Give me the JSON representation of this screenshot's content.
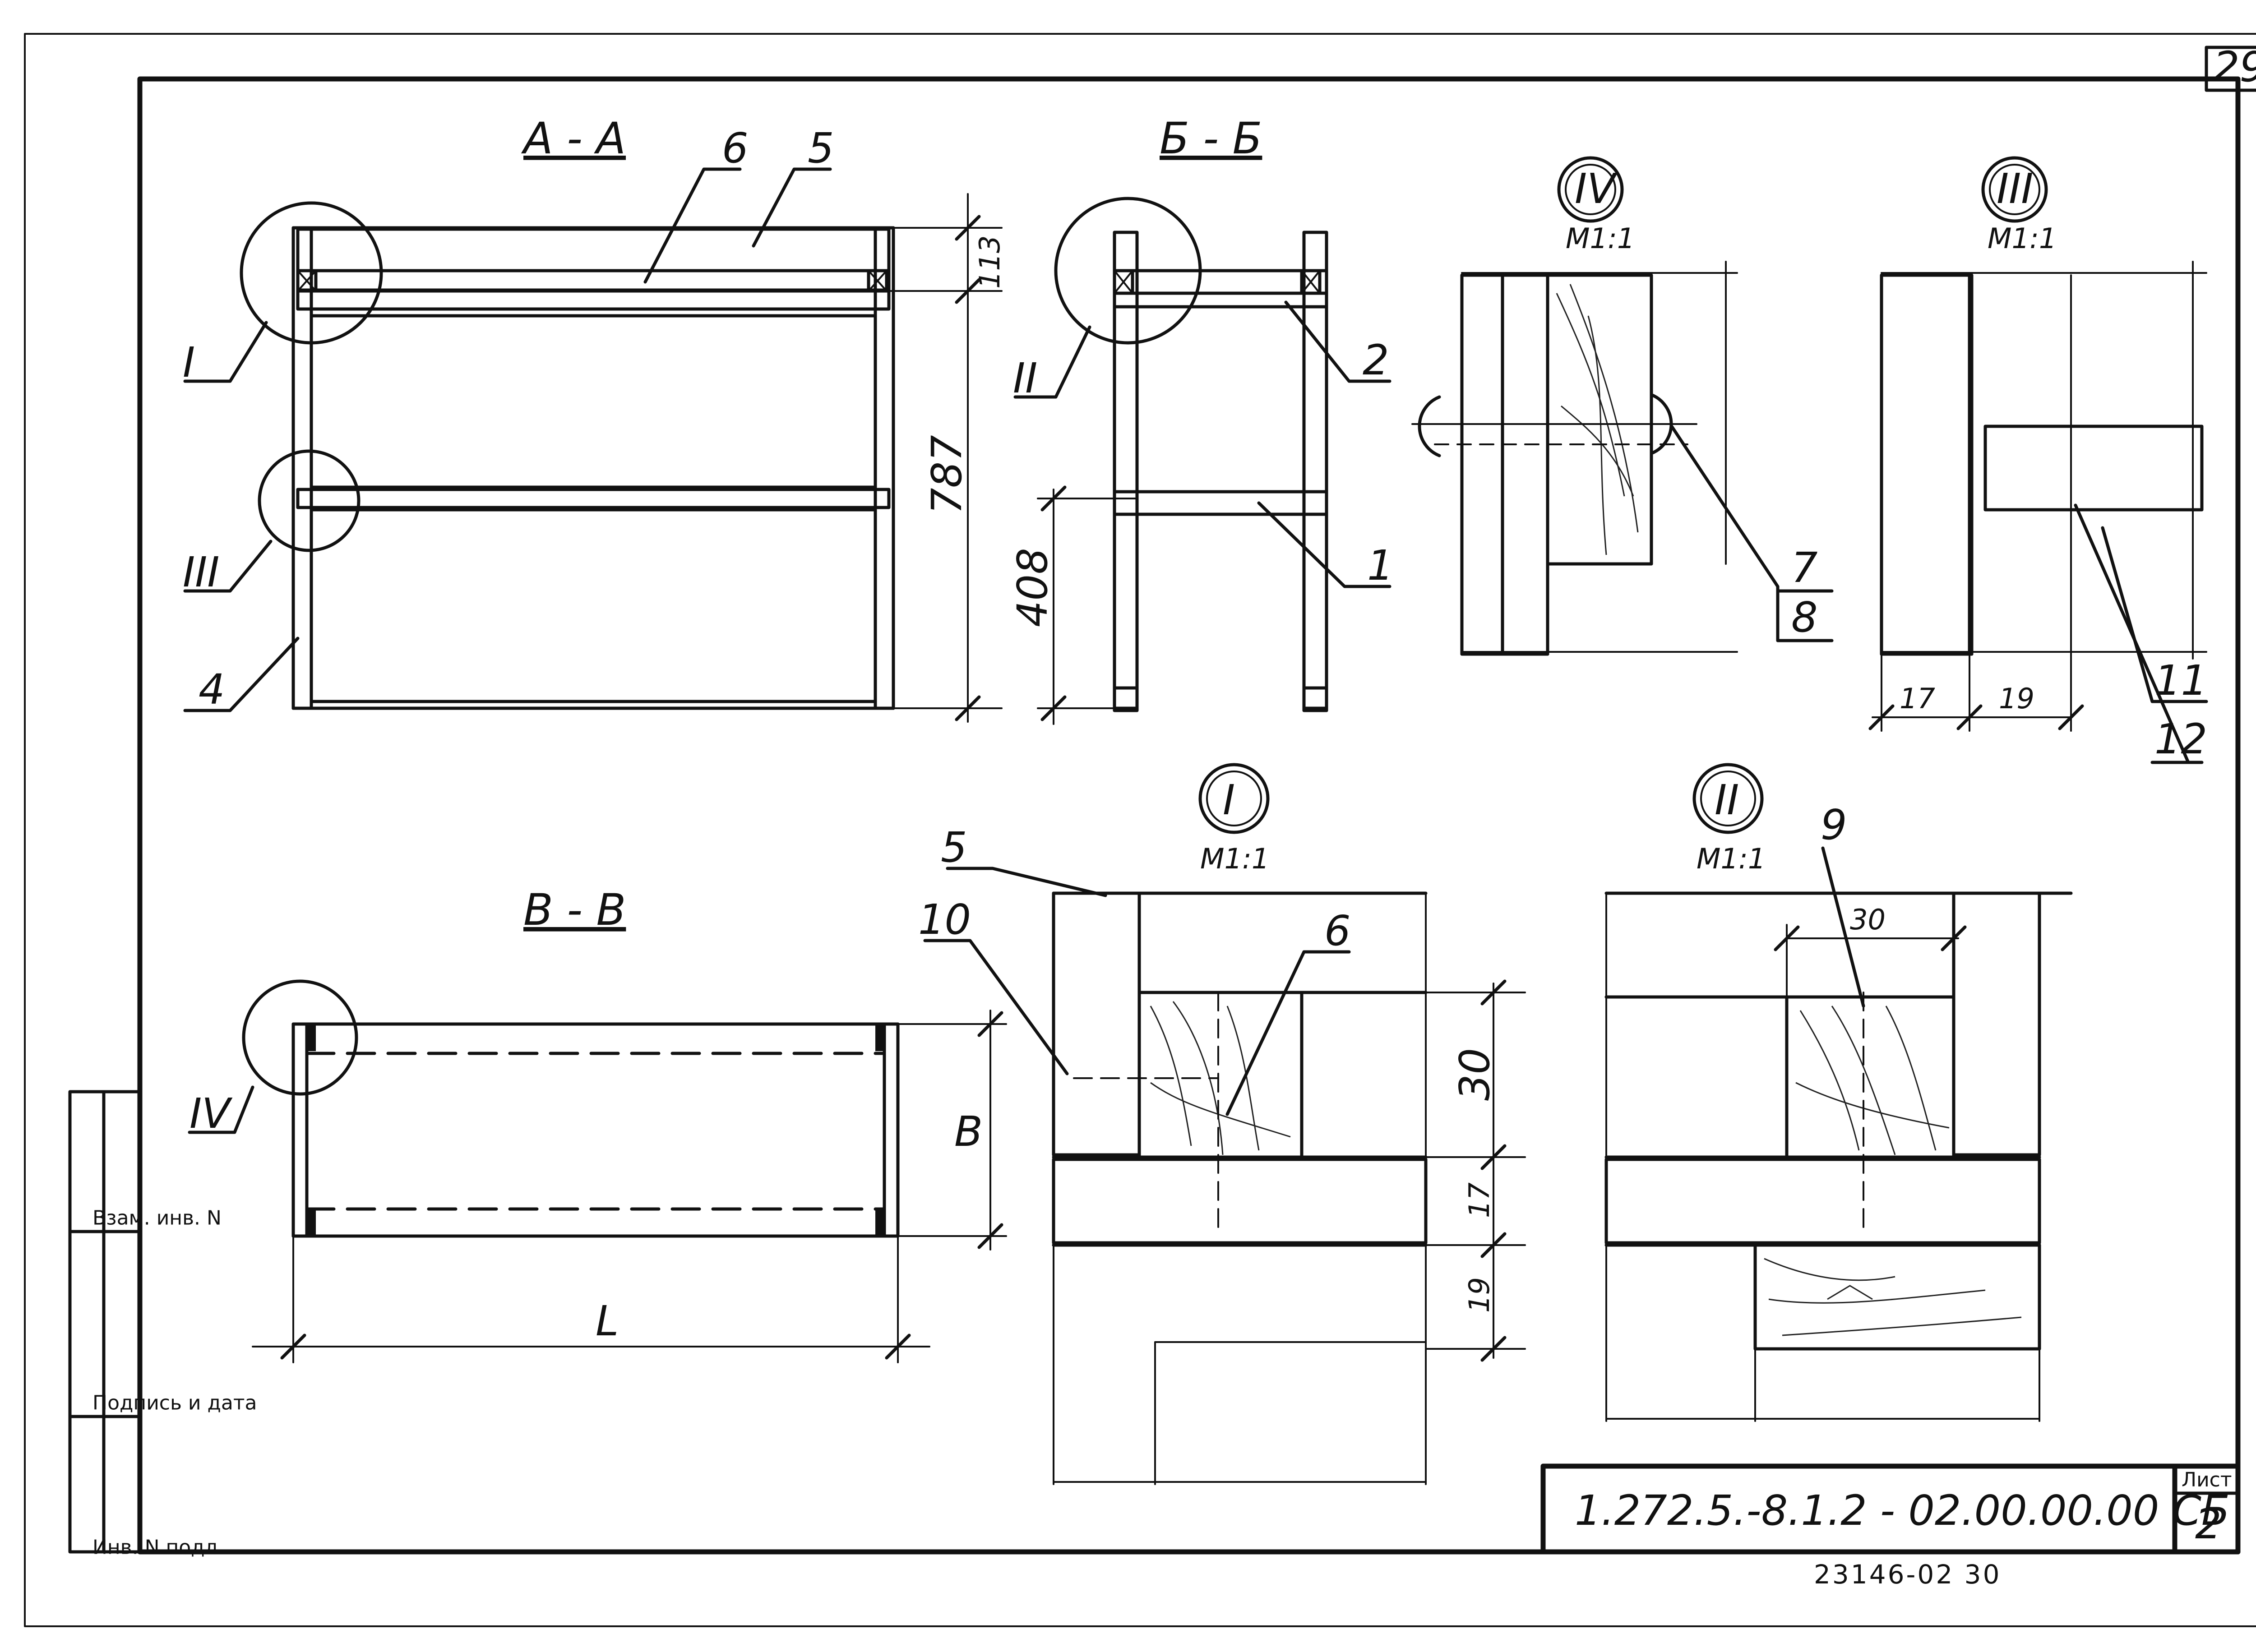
{
  "page_number": "29",
  "sections": {
    "aa": "А - А",
    "bb": "Б - Б",
    "vv": "В - В"
  },
  "details": {
    "d1": {
      "numeral": "I",
      "scale": "М1:1"
    },
    "d2": {
      "numeral": "II",
      "scale": "М1:1"
    },
    "d3": {
      "numeral": "III",
      "scale": "М1:1"
    },
    "d4": {
      "numeral": "IV",
      "scale": "М1:1"
    }
  },
  "callouts": {
    "aa": [
      "I",
      "III",
      "4",
      "6",
      "5"
    ],
    "bb": [
      "II",
      "2",
      "1"
    ],
    "vv": [
      "IV"
    ],
    "d4": [
      "7",
      "8"
    ],
    "d3": [
      "11",
      "12"
    ],
    "d1": [
      "5",
      "10",
      "6"
    ],
    "d2": [
      "9"
    ]
  },
  "dimensions": {
    "aa_top": "113",
    "aa_height": "787",
    "bb_height": "408",
    "vv_width": "L",
    "vv_height": "B",
    "d3_a": "17",
    "d3_b": "19",
    "d1_a": "30",
    "d1_b": "17",
    "d1_c": "19",
    "d2_a": "30"
  },
  "title_block": {
    "designation": "1.272.5.-8.1.2 - 02.00.00.00 СБ",
    "sheet_label": "Лист",
    "sheet_number": "2"
  },
  "stamp": {
    "inv_podl": "Инв. N подл.",
    "podpis_data": "Подпись и дата",
    "vzam_inv": "Взам. инв. N"
  },
  "footer_code": "23146-02  30"
}
